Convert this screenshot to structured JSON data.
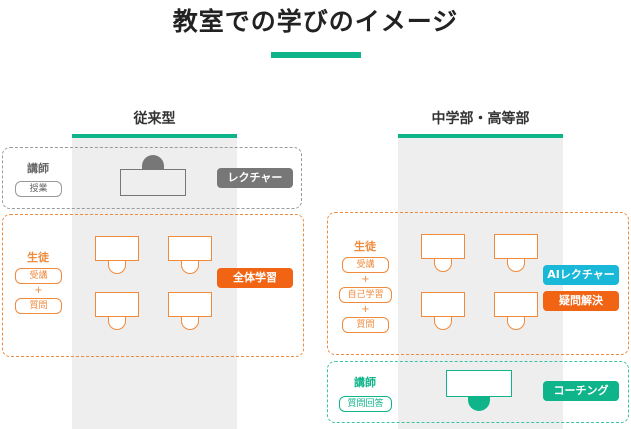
{
  "title": "教室での学びのイメージ",
  "colors": {
    "accent": "#0fb48a",
    "orange": "#f08a3c",
    "gray": "#777777",
    "cyan": "#1ab8d8"
  },
  "left": {
    "heading": "従来型",
    "teacher": {
      "role": "講師",
      "pill": "授業",
      "badge": "レクチャー"
    },
    "students": {
      "role": "生徒",
      "pills": [
        "受講",
        "質問"
      ],
      "plus": "+",
      "badge": "全体学習"
    }
  },
  "right": {
    "heading": "中学部・高等部",
    "students": {
      "role": "生徒",
      "pills": [
        "受講",
        "自己学習",
        "質問"
      ],
      "plus": "+",
      "badges": [
        "AIレクチャー",
        "疑問解決"
      ]
    },
    "teacher": {
      "role": "講師",
      "pill": "質問回答",
      "badge": "コーチング"
    }
  }
}
